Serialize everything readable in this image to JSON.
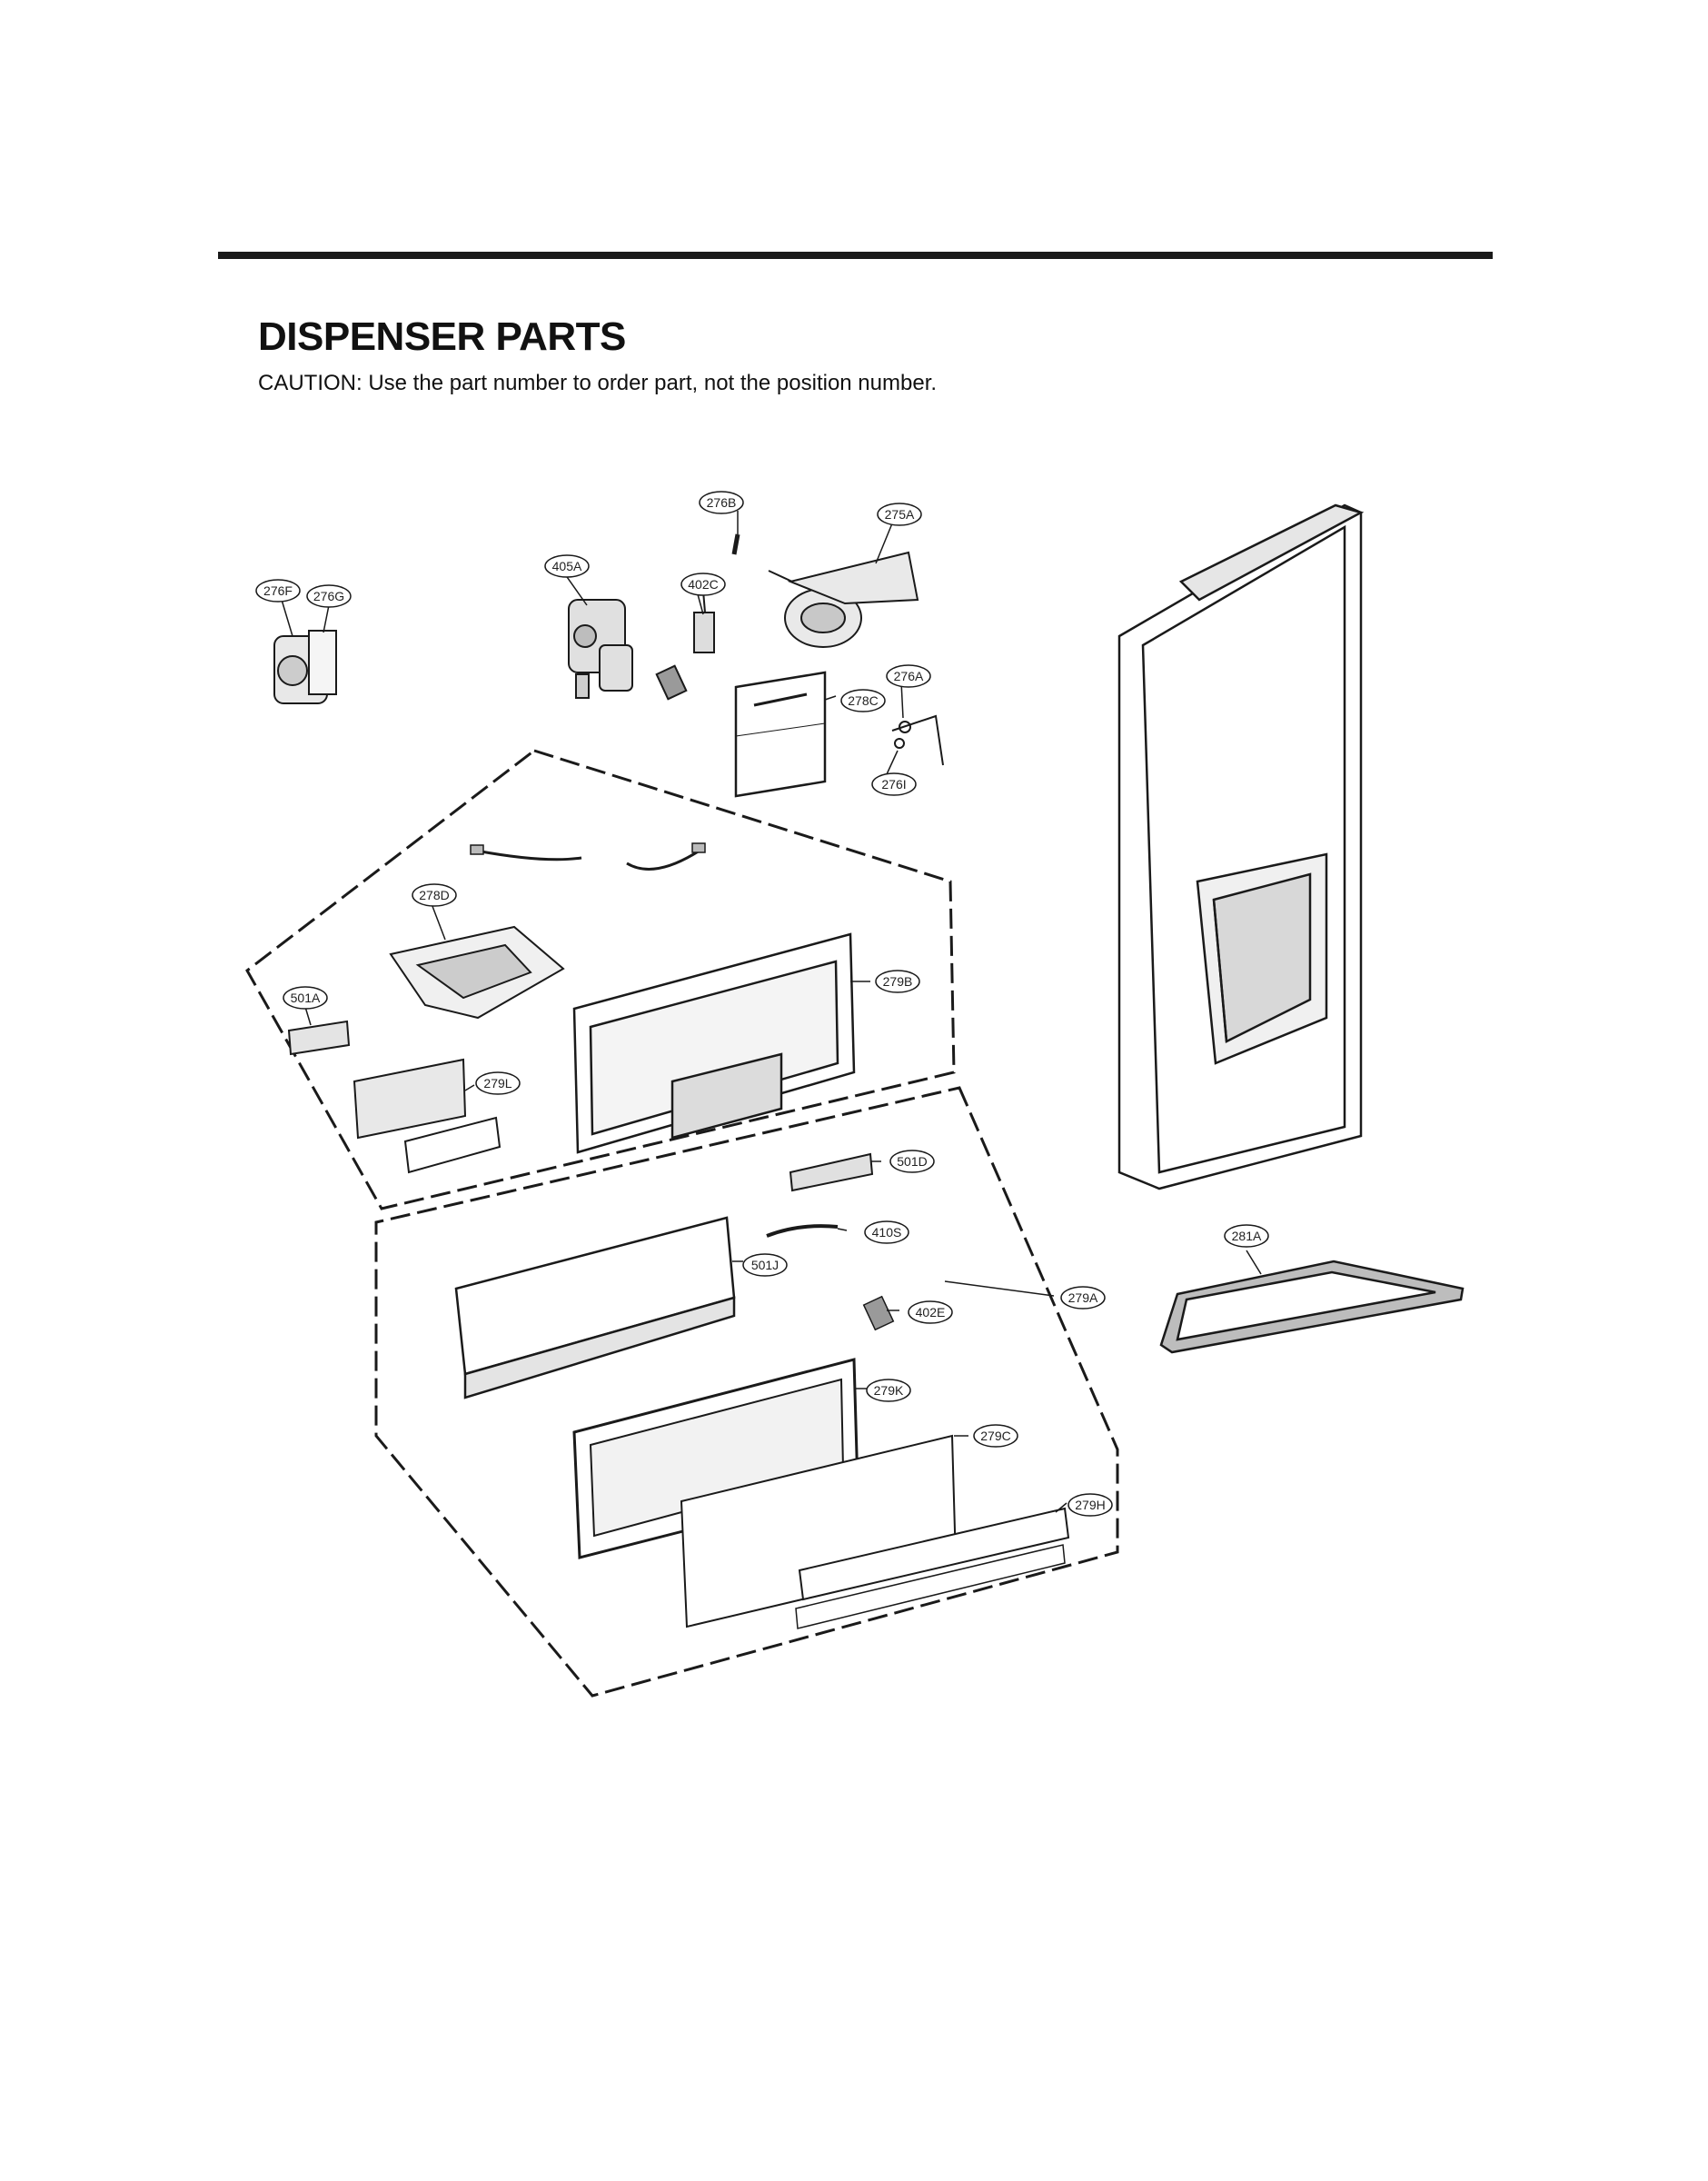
{
  "heading": "DISPENSER PARTS",
  "caution": "CAUTION: Use the part number to order part, not the position number.",
  "callouts": [
    {
      "id": "276B"
    },
    {
      "id": "275A"
    },
    {
      "id": "405A"
    },
    {
      "id": "402C"
    },
    {
      "id": "276F"
    },
    {
      "id": "276G"
    },
    {
      "id": "276A"
    },
    {
      "id": "278C"
    },
    {
      "id": "276I"
    },
    {
      "id": "278D"
    },
    {
      "id": "279B"
    },
    {
      "id": "501A"
    },
    {
      "id": "279L"
    },
    {
      "id": "501D"
    },
    {
      "id": "410S"
    },
    {
      "id": "501J"
    },
    {
      "id": "402E"
    },
    {
      "id": "279A"
    },
    {
      "id": "281A"
    },
    {
      "id": "279K"
    },
    {
      "id": "279C"
    },
    {
      "id": "279H"
    }
  ],
  "colors": {
    "line": "#1a1a1a",
    "fill_light": "#f2f2f2",
    "fill_mid": "#cfcfcf"
  }
}
